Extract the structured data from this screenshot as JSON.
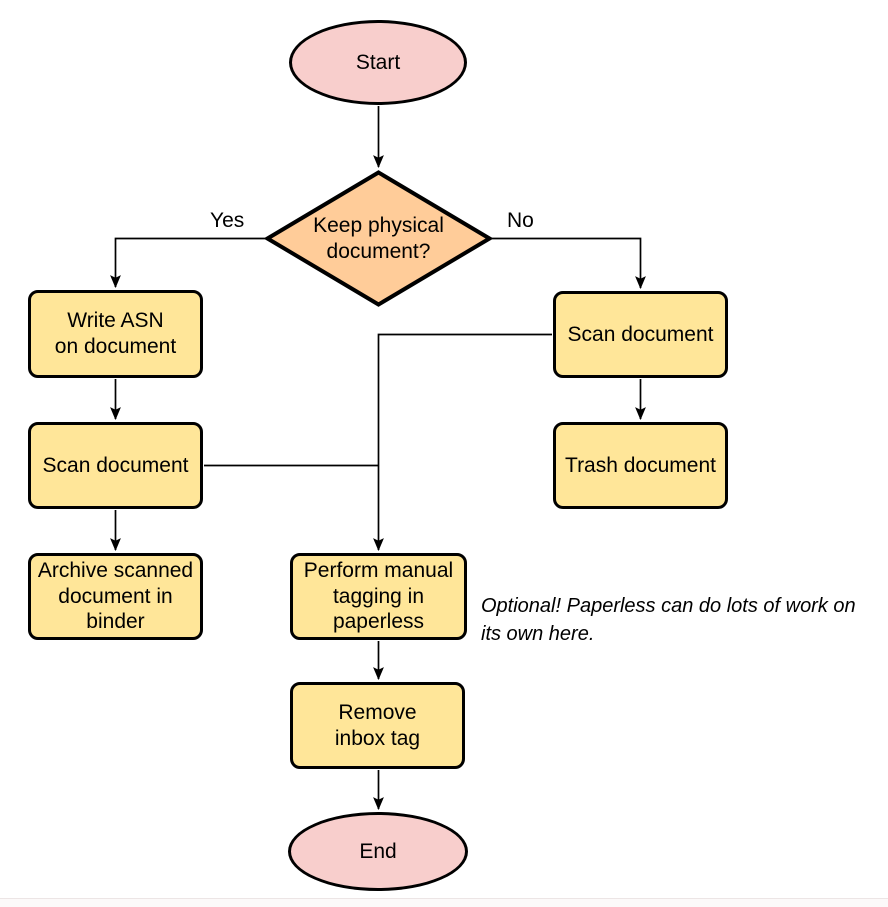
{
  "flowchart": {
    "nodes": {
      "start": {
        "label": "Start",
        "type": "terminator"
      },
      "decision": {
        "label": "Keep physical\ndocument?",
        "type": "decision"
      },
      "write_asn": {
        "label": "Write ASN\non document",
        "type": "process"
      },
      "scan_left": {
        "label": "Scan document",
        "type": "process"
      },
      "archive": {
        "label": "Archive scanned\ndocument in\nbinder",
        "type": "process"
      },
      "scan_right": {
        "label": "Scan document",
        "type": "process"
      },
      "trash": {
        "label": "Trash document",
        "type": "process"
      },
      "tagging": {
        "label": "Perform manual\ntagging in\npaperless",
        "type": "process"
      },
      "remove_inbox": {
        "label": "Remove\ninbox tag",
        "type": "process"
      },
      "end": {
        "label": "End",
        "type": "terminator"
      }
    },
    "edge_labels": {
      "yes": "Yes",
      "no": "No"
    },
    "annotation": "Optional! Paperless can do lots of work on\nits own here.",
    "colors": {
      "terminator-fill": "#f8cecc",
      "decision-fill": "#ffcc99",
      "process-fill": "#ffe699",
      "line-color": "#000000"
    }
  }
}
